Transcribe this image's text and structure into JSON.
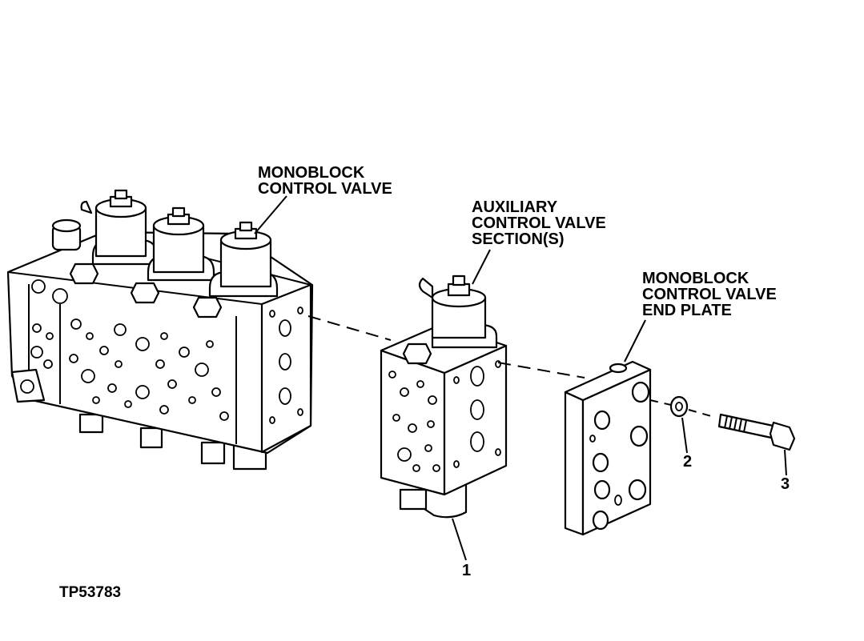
{
  "labels": {
    "monoblock_valve": [
      "MONOBLOCK",
      "CONTROL VALVE"
    ],
    "auxiliary_section": [
      "AUXILIARY",
      "CONTROL VALVE",
      "SECTION(S)"
    ],
    "end_plate": [
      "MONOBLOCK",
      "CONTROL VALVE",
      "END PLATE"
    ]
  },
  "callouts": {
    "c1": "1",
    "c2": "2",
    "c3": "3"
  },
  "figure_id": "TP53783",
  "colors": {
    "ink": "#000000",
    "paper": "#ffffff"
  }
}
